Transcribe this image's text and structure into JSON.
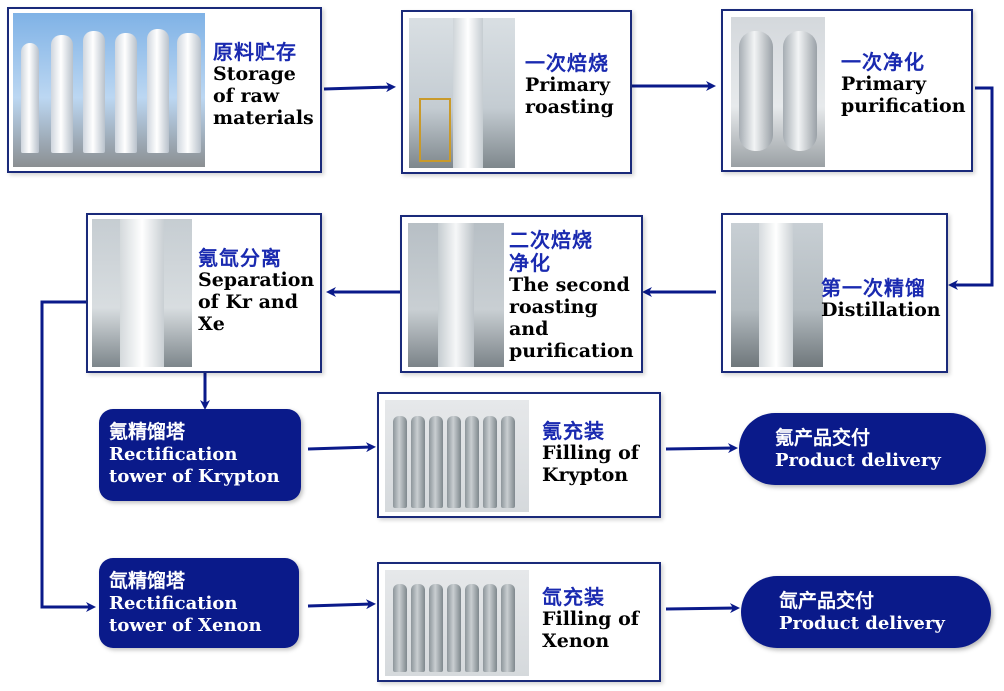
{
  "steps": {
    "storage": {
      "cn": "原料贮存",
      "en1": "Storage",
      "en2": "of raw",
      "en3": "materials"
    },
    "roast1": {
      "cn": "一次焙烧",
      "en1": "Primary",
      "en2": "roasting"
    },
    "purify1": {
      "cn": "一次净化",
      "en1": "Primary",
      "en2": "purification"
    },
    "distill": {
      "cn": "第一次精馏",
      "en1": "Distillation"
    },
    "roast2": {
      "cn1": "二次焙烧",
      "cn2": "净化",
      "en1": "The second",
      "en2": "roasting and",
      "en3": "purification"
    },
    "separate": {
      "cn": "氪氙分离",
      "en1": "Separation",
      "en2": "of Kr and",
      "en3": "Xe"
    },
    "krTower": {
      "cn": "氪精馏塔",
      "en1": "Rectification",
      "en2": "tower of Krypton"
    },
    "xeTower": {
      "cn": "氙精馏塔",
      "en1": "Rectification",
      "en2": "tower of Xenon"
    },
    "krFill": {
      "cn": "氪充装",
      "en1": "Filling of",
      "en2": "Krypton"
    },
    "xeFill": {
      "cn": "氙充装",
      "en1": "Filling of",
      "en2": "Xenon"
    },
    "krDeliver": {
      "cn": "氪产品交付",
      "en": "Product delivery"
    },
    "xeDeliver": {
      "cn": "氙产品交付",
      "en": "Product delivery"
    }
  },
  "colors": {
    "frame": "#1a2a7a",
    "arrow": "#0a1a8a",
    "accent_text": "#1a2ab0",
    "dark_fill": "#0a1a8a"
  },
  "icons": [
    "storage-tanks-photo",
    "roasting-column-photo",
    "purifier-vessels-photo",
    "distillation-column-photo",
    "second-roasting-photo",
    "separation-column-photo",
    "krypton-cylinders-photo",
    "xenon-cylinders-photo"
  ]
}
